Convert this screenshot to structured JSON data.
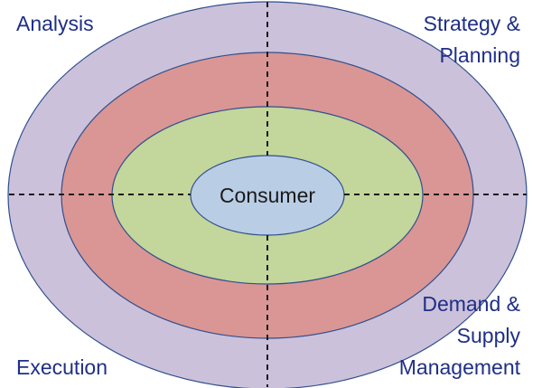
{
  "colors": {
    "outer_ring": "#ccc1da",
    "middle_ring": "#d99694",
    "inner_ring": "#c3d69b",
    "core": "#b9cde5",
    "ring_stroke": "#2f4f8f",
    "divider": "#1a1a1a",
    "label_text": "#1f2f86"
  },
  "labels": {
    "top_left": "Analysis",
    "top_right_line1": "Strategy &",
    "top_right_line2": "Planning",
    "bottom_right_line1": "Demand &",
    "bottom_right_line2": "Supply",
    "bottom_right_line3": "Management",
    "bottom_left": "Execution"
  },
  "center": {
    "label": "Consumer"
  }
}
